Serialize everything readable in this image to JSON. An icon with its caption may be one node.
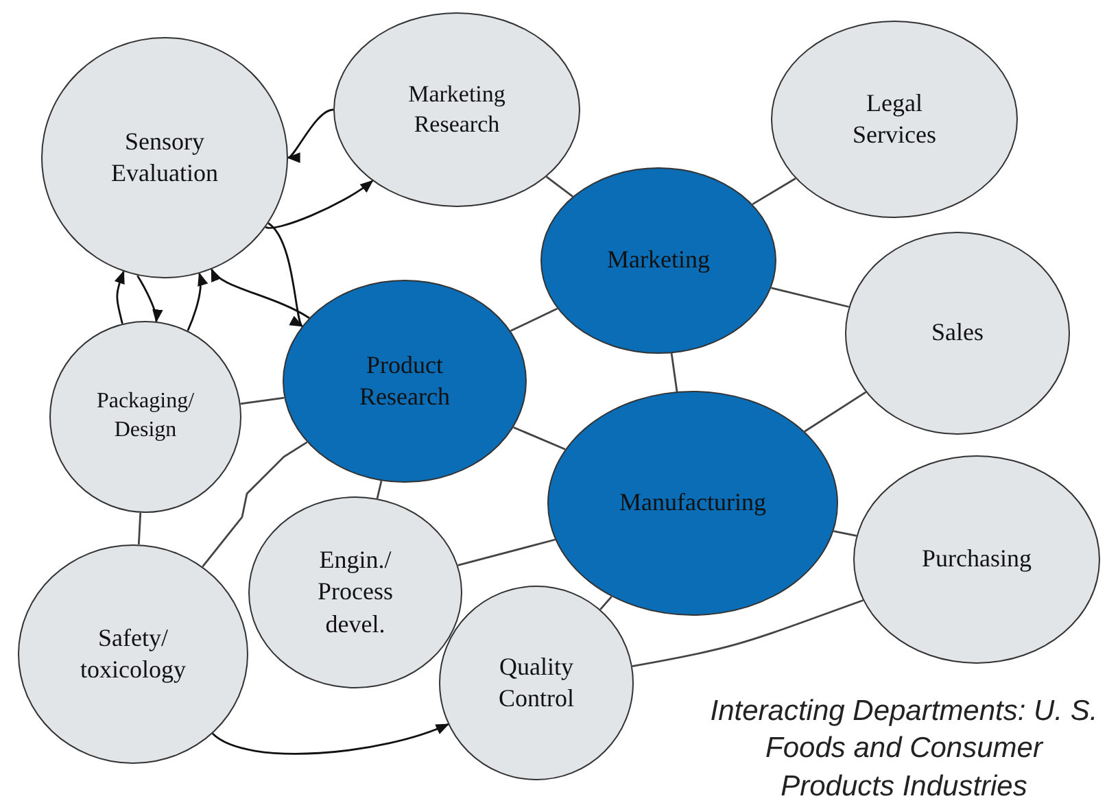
{
  "diagram": {
    "caption": "Interacting Departments: U. S. Foods and Consumer Products Industries",
    "nodes": [
      {
        "text": [
          "Sensory Evaluation"
        ]
      },
      {
        "text": [
          "Marketing Research"
        ]
      },
      {
        "text": [
          "Legal Services"
        ]
      },
      {
        "text": [
          "Marketing"
        ]
      },
      {
        "text": [
          "Sales"
        ]
      },
      {
        "text": [
          "Packaging/ Design"
        ]
      },
      {
        "text": [
          "Product Research"
        ]
      },
      {
        "text": [
          "Manufacturing"
        ]
      },
      {
        "text": [
          "Purchasing"
        ]
      },
      {
        "text": [
          "Engin./ Process devel."
        ]
      },
      {
        "text": [
          "Safety/ toxicology"
        ]
      },
      {
        "text": [
          "Quality Control"
        ]
      }
    ],
    "edges": [
      {
        "from": 1,
        "to": 0,
        "arrow": "to"
      },
      {
        "from": 0,
        "to": 1,
        "arrow": "to"
      },
      {
        "from": 0,
        "to": 6,
        "arrow": "to"
      },
      {
        "from": 6,
        "to": 0,
        "arrow": "to"
      },
      {
        "from": 0,
        "to": 5,
        "arrow": "to"
      },
      {
        "from": 5,
        "to": 0,
        "arrow": "to"
      },
      {
        "from": 5,
        "to": 0,
        "arrow": "to"
      },
      {
        "from": 1,
        "to": 3,
        "arrow": "none"
      },
      {
        "from": 2,
        "to": 3,
        "arrow": "none"
      },
      {
        "from": 3,
        "to": 4,
        "arrow": "none"
      },
      {
        "from": 6,
        "to": 3,
        "arrow": "none"
      },
      {
        "from": 3,
        "to": 7,
        "arrow": "none"
      },
      {
        "from": 5,
        "to": 6,
        "arrow": "none"
      },
      {
        "from": 6,
        "to": 7,
        "arrow": "none"
      },
      {
        "from": 6,
        "to": 9,
        "arrow": "none"
      },
      {
        "from": 6,
        "to": 10,
        "arrow": "none"
      },
      {
        "from": 5,
        "to": 10,
        "arrow": "none"
      },
      {
        "from": 4,
        "to": 7,
        "arrow": "none"
      },
      {
        "from": 9,
        "to": 7,
        "arrow": "none"
      },
      {
        "from": 7,
        "to": 8,
        "arrow": "none"
      },
      {
        "from": 7,
        "to": 11,
        "arrow": "none"
      },
      {
        "from": 11,
        "to": 8,
        "arrow": "none"
      },
      {
        "from": 10,
        "to": 11,
        "arrow": "to"
      }
    ]
  }
}
